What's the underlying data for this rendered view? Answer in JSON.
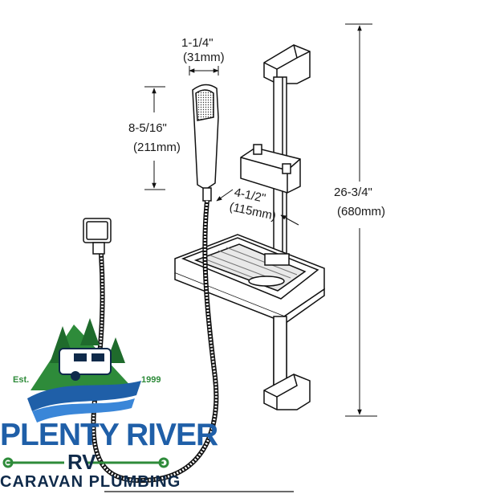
{
  "dimensions": {
    "head_width": {
      "imperial": "1-1/4\"",
      "metric": "(31mm)"
    },
    "head_length": {
      "imperial": "8-5/16\"",
      "metric": "(211mm)"
    },
    "arm_depth": {
      "imperial": "4-1/2\"",
      "metric": "(115mm)"
    },
    "rail_height": {
      "imperial": "26-3/4\"",
      "metric": "(680mm)"
    }
  },
  "logo": {
    "established": "Est.",
    "year": "1999",
    "brand_line1": "PLENTY RIVER",
    "brand_line2": "RV",
    "brand_line3": "CARAVAN PLUMBING",
    "colors": {
      "green": "#2e8b3a",
      "blue": "#1f5fa8",
      "dark": "#0f2a4a"
    }
  }
}
